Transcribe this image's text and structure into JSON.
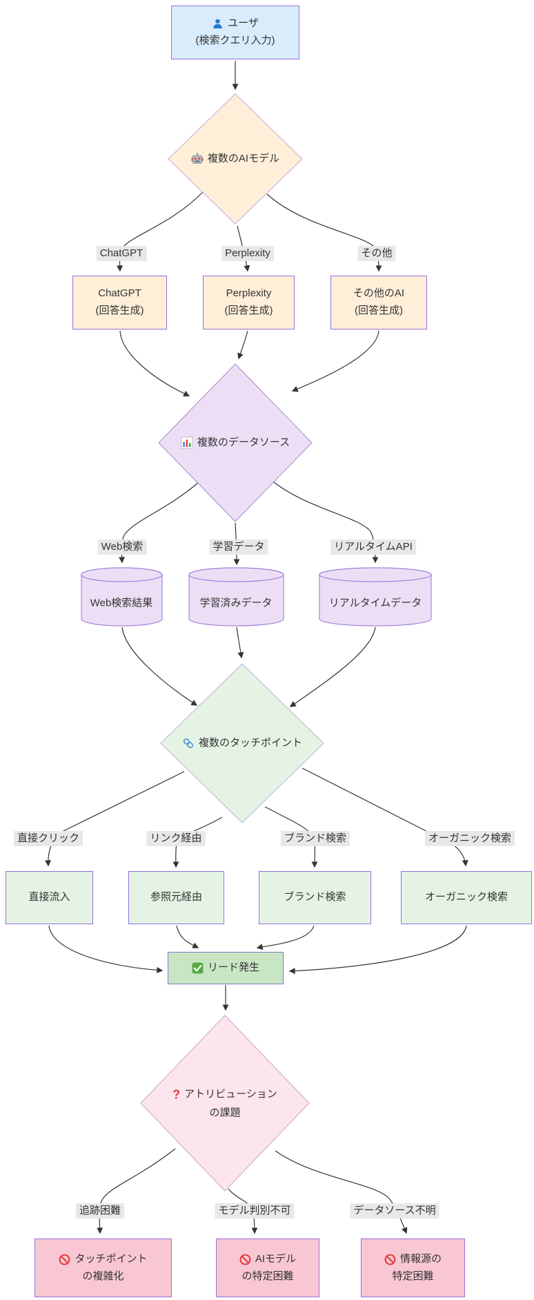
{
  "diagram": {
    "type": "flowchart",
    "palette": {
      "background": "#ffffff",
      "text_color": "#333333",
      "edge_color": "#333333",
      "edge_label_bg": "#e8e8e8",
      "node_border": "#9370db",
      "user_fill": "#d8ecfb",
      "ai_fill": "#ffefd8",
      "data_fill": "#ecdff5",
      "touchpoint_fill": "#e5f3e5",
      "lead_fill": "#c8e6c4",
      "challenge_fill": "#fde5ed",
      "issue_fill": "#f9c7d3",
      "user_icon_color": "#2379d0",
      "question_icon_color": "#e23c3c",
      "no_entry_icon_color": "#e23c3c",
      "check_icon_color": "#58a942"
    },
    "nodes": {
      "user": {
        "icon": "user-icon",
        "line1": "ユーザ",
        "line2": "(検索クエリ入力)"
      },
      "ai_models": {
        "icon": "robot-icon",
        "label": "複数のAIモデル"
      },
      "chatgpt": {
        "line1": "ChatGPT",
        "line2": "(回答生成)"
      },
      "perplexity": {
        "line1": "Perplexity",
        "line2": "(回答生成)"
      },
      "other_ai": {
        "line1": "その他のAI",
        "line2": "(回答生成)"
      },
      "data_sources": {
        "icon": "bar-chart-icon",
        "label": "複数のデータソース"
      },
      "web_results": {
        "label": "Web検索結果"
      },
      "trained_data": {
        "label": "学習済みデータ"
      },
      "realtime_data": {
        "label": "リアルタイムデータ"
      },
      "touchpoints": {
        "icon": "link-icon",
        "label": "複数のタッチポイント"
      },
      "direct": {
        "label": "直接流入"
      },
      "referral": {
        "label": "参照元経由"
      },
      "brand": {
        "label": "ブランド検索"
      },
      "organic": {
        "label": "オーガニック検索"
      },
      "lead": {
        "icon": "check-icon",
        "label": "リード発生"
      },
      "attribution": {
        "icon": "question-icon",
        "line1": "アトリビューション",
        "line2": "の課題"
      },
      "issue_touchpoint": {
        "icon": "no-entry-icon",
        "line1": "タッチポイント",
        "line2": "の複雑化"
      },
      "issue_model": {
        "icon": "no-entry-icon",
        "line1": "AIモデル",
        "line2": "の特定困難"
      },
      "issue_source": {
        "icon": "no-entry-icon",
        "line1": "情報源の",
        "line2": "特定困難"
      }
    },
    "edge_labels": {
      "chatgpt": "ChatGPT",
      "perplexity": "Perplexity",
      "other": "その他",
      "web_search": "Web検索",
      "training_data": "学習データ",
      "realtime_api": "リアルタイムAPI",
      "direct_click": "直接クリック",
      "via_link": "リンク経由",
      "brand_search": "ブランド検索",
      "organic_search": "オーガニック検索",
      "tracking_difficult": "追跡困難",
      "model_unknown": "モデル判別不可",
      "source_unknown": "データソース不明"
    },
    "icons": {
      "question_glyph": "?"
    }
  }
}
